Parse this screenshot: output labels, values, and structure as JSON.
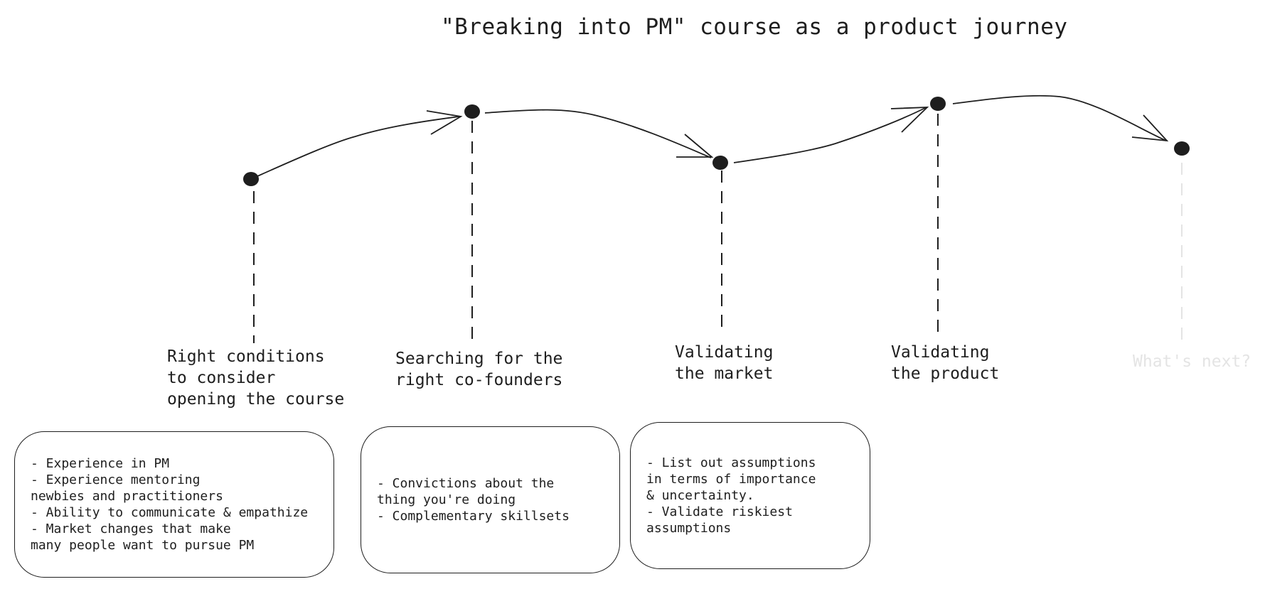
{
  "title": "\"Breaking into PM\" course as a product journey",
  "stages": [
    {
      "label": "Right conditions\nto consider\nopening the course",
      "status": "active"
    },
    {
      "label": "Searching for the\nright co-founders",
      "status": "active"
    },
    {
      "label": "Validating\nthe market",
      "status": "active"
    },
    {
      "label": "Validating\nthe product",
      "status": "active"
    },
    {
      "label": "What's next?",
      "status": "faded"
    }
  ],
  "notes": [
    {
      "text": "- Experience in PM\n- Experience mentoring\nnewbies and practitioners\n- Ability to communicate & empathize\n- Market changes that make\nmany people want to pursue PM"
    },
    {
      "text": "- Convictions about the\nthing you're doing\n- Complementary skillsets"
    },
    {
      "text": "- List out assumptions\nin terms of importance\n& uncertainty.\n- Validate riskiest\nassumptions"
    }
  ],
  "colors": {
    "ink": "#1e1e1e",
    "faded": "#e4e4e4",
    "background": "#ffffff"
  }
}
